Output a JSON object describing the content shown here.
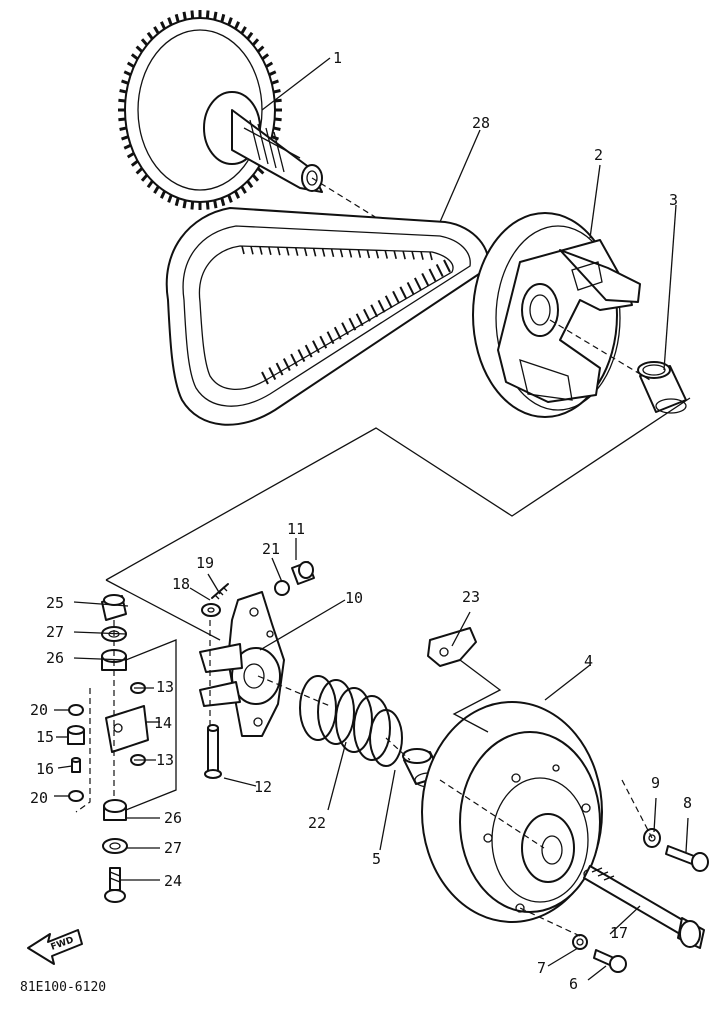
{
  "diagram": {
    "part_labels": [
      "1",
      "2",
      "3",
      "4",
      "5",
      "6",
      "7",
      "8",
      "9",
      "10",
      "11",
      "12",
      "13",
      "13",
      "14",
      "15",
      "16",
      "17",
      "18",
      "19",
      "20",
      "20",
      "21",
      "22",
      "23",
      "24",
      "25",
      "26",
      "26",
      "27",
      "27",
      "28"
    ],
    "drawing_code": "81E100-6120",
    "direction_arrow_text": "FWD"
  },
  "colors": {
    "ink": "#111111",
    "paper": "#ffffff"
  }
}
